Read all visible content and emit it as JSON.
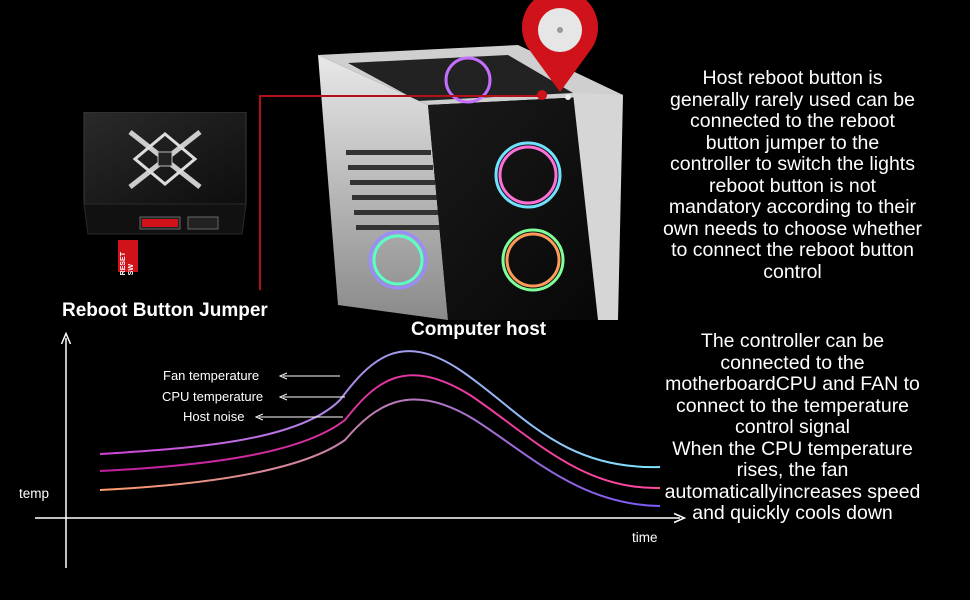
{
  "reboot_caption": "Host reboot button is generally rarely used can be connected to the reboot button jumper to the controller to switch the lights reboot button is not mandatory according to their own needs to choose whether to connect the reboot button control",
  "reboot_caption_lines": [
    "Host reboot button is",
    "generally rarely used can be",
    "connected to the reboot",
    "button jumper to the",
    "controller to switch the lights",
    "reboot button is not",
    "mandatory according to their",
    "own needs to choose whether",
    "to connect the reboot button",
    "control"
  ],
  "temp_caption_lines": [
    "The controller can be",
    "connected to the",
    "motherboardCPU and FAN to",
    "connect to the temperature",
    "control signal",
    "When the CPU temperature",
    "rises, the fan",
    "automaticallyincreases speed",
    "and quickly cools down"
  ],
  "labels": {
    "reboot_jumper": "Reboot Button Jumper",
    "computer_host": "Computer host",
    "reset_sw": "RESET SW"
  },
  "chart_data": {
    "type": "line",
    "xlabel": "time",
    "ylabel": "temp",
    "series": [
      {
        "name": "Fan temperature",
        "color": "#b49bff"
      },
      {
        "name": "CPU temperature",
        "color": "#e0409a"
      },
      {
        "name": "Host noise",
        "color": "#f3a65c"
      }
    ]
  },
  "colors": {
    "accent_red": "#d0121b",
    "background": "#000000"
  }
}
